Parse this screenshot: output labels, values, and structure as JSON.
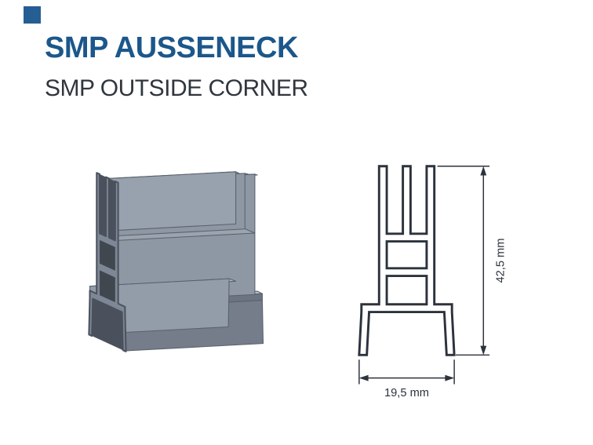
{
  "header": {
    "title": "SMP AUSSENECK",
    "subtitle": "SMP OUTSIDE CORNER"
  },
  "drawing": {
    "height_label": "42,5 mm",
    "width_label": "19,5 mm"
  },
  "colors": {
    "accent_blue": "#255e93",
    "title_blue": "#1b578b",
    "subtitle_gray": "#30363e",
    "drawing_ink": "#2c333d",
    "profile_gray": "#8e97a4"
  }
}
